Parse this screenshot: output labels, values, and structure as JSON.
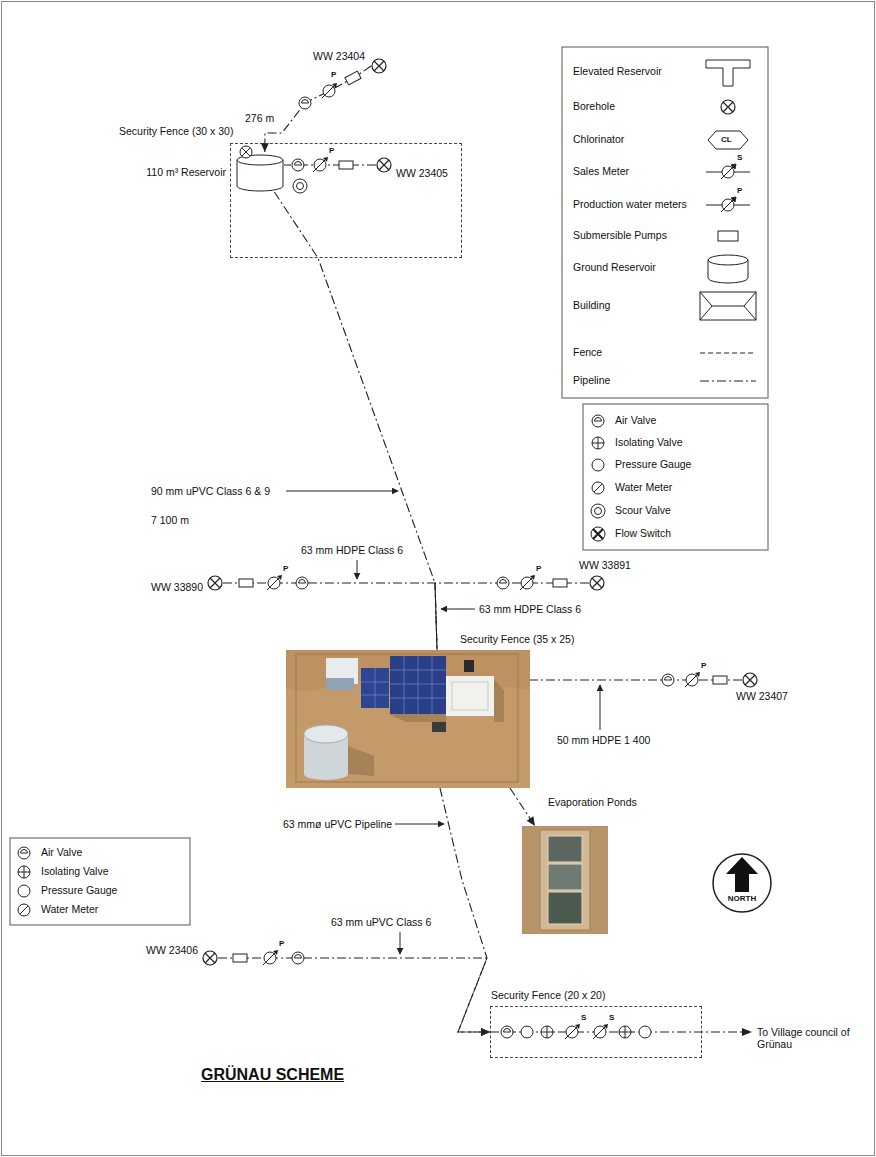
{
  "diagram": {
    "title": "GRÜNAU SCHEME",
    "nodes": [
      {
        "text": [
          "WW 23404"
        ]
      },
      {
        "text": [
          "Security Fence (30 x 30)"
        ]
      },
      {
        "text": [
          "110 m³ Reservoir"
        ],
        "in": 1
      },
      {
        "text": [
          "WW 23405"
        ],
        "in": 1
      },
      {
        "text": [
          "WW 33890"
        ]
      },
      {
        "text": [
          "WW 33891"
        ]
      },
      {
        "text": [
          "Security Fence (35 x 25)"
        ]
      },
      {
        "text": [
          "WW 23407"
        ]
      },
      {
        "text": [
          "Evaporation Ponds"
        ]
      },
      {
        "text": [
          "NORTH"
        ]
      },
      {
        "text": [
          "WW 23406"
        ]
      },
      {
        "text": [
          "Security Fence (20 x 20)"
        ]
      }
    ],
    "edges": [
      {
        "from": 0,
        "to": 2,
        "label": "276 m",
        "arrow": "to"
      },
      {
        "from": 3,
        "to": 2,
        "arrow": "none"
      },
      {
        "from": 2,
        "to": 6,
        "arrow": "none"
      },
      {
        "from": 4,
        "to": 6,
        "arrow": "none"
      },
      {
        "from": 5,
        "to": 6,
        "arrow": "none"
      },
      {
        "from": 7,
        "to": 6,
        "arrow": "none"
      },
      {
        "from": 6,
        "to": 8,
        "arrow": "to"
      },
      {
        "from": 6,
        "to": 11,
        "arrow": "to"
      },
      {
        "from": 10,
        "to": 11,
        "arrow": "to"
      }
    ],
    "labels": [
      "P",
      "P",
      "90 mm uPVC Class 6 & 9",
      "7 100 m",
      "63 mm HDPE Class 6",
      "P",
      "P",
      "63 mm HDPE Class 6",
      "P",
      "50 mm HDPE 1 400",
      "63 mmø uPVC Pipeline",
      "63 mm uPVC Class 6",
      "P",
      "S",
      "S",
      "To Village council of Grünau",
      "CL",
      "S",
      "P"
    ],
    "legend": [
      {
        "text": "Elevated Reservoir"
      },
      {
        "text": "Borehole"
      },
      {
        "text": "Chlorinator"
      },
      {
        "text": "Sales Meter"
      },
      {
        "text": "Production water meters"
      },
      {
        "text": "Submersible Pumps"
      },
      {
        "text": "Ground Reservoir"
      },
      {
        "text": "Building"
      },
      {
        "text": "Fence"
      },
      {
        "text": "Pipeline"
      },
      {
        "text": "Air Valve"
      },
      {
        "text": "Isolating Valve"
      },
      {
        "text": "Pressure Gauge"
      },
      {
        "text": "Water Meter"
      },
      {
        "text": "Scour Valve"
      },
      {
        "text": "Flow Switch"
      },
      {
        "text": "Air Valve"
      },
      {
        "text": "Isolating Valve"
      },
      {
        "text": "Pressure Gauge"
      },
      {
        "text": "Water Meter"
      }
    ]
  }
}
